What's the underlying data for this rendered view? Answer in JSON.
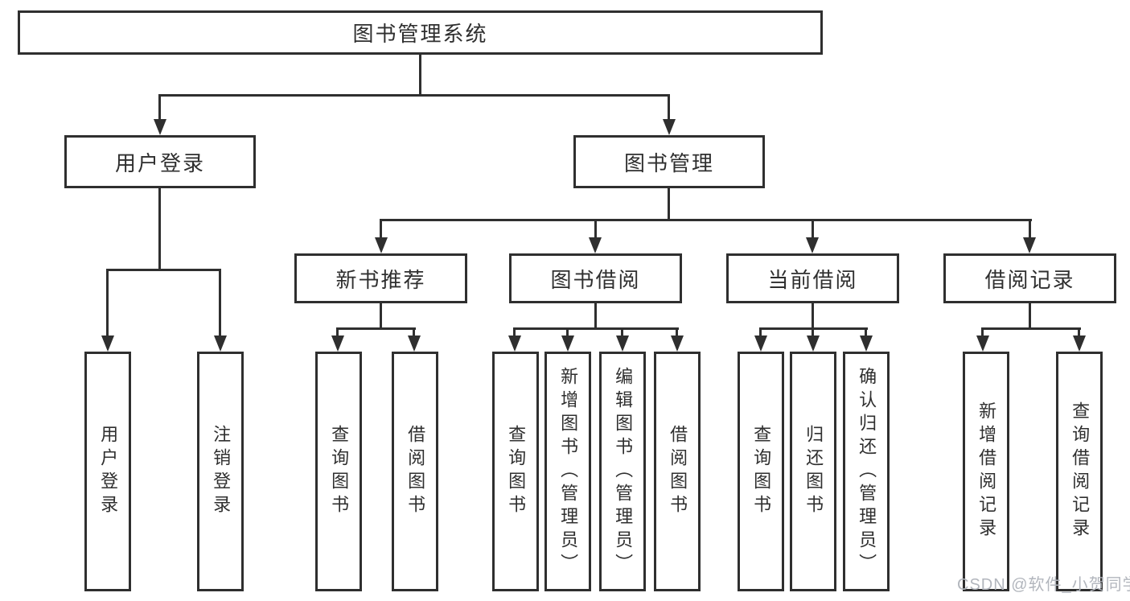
{
  "colors": {
    "line": "#2f2f2f",
    "text": "#2f2f2f",
    "watermark": "#b2b6bd",
    "background": "#ffffff"
  },
  "diagram": {
    "root": {
      "label": "图书管理系统"
    },
    "level1": [
      {
        "label": "用户登录",
        "children": [
          {
            "label": "用户登录"
          },
          {
            "label": "注销登录"
          }
        ]
      },
      {
        "label": "图书管理",
        "children": [
          {
            "label": "新书推荐",
            "children": [
              {
                "label": "查询图书"
              },
              {
                "label": "借阅图书"
              }
            ]
          },
          {
            "label": "图书借阅",
            "children": [
              {
                "label": "查询图书"
              },
              {
                "label": "新增图书（管理员）"
              },
              {
                "label": "编辑图书（管理员）"
              },
              {
                "label": "借阅图书"
              }
            ]
          },
          {
            "label": "当前借阅",
            "children": [
              {
                "label": "查询图书"
              },
              {
                "label": "归还图书"
              },
              {
                "label": "确认归还（管理员）"
              }
            ]
          },
          {
            "label": "借阅记录",
            "children": [
              {
                "label": "新增借阅记录"
              },
              {
                "label": "查询借阅记录"
              }
            ]
          }
        ]
      }
    ],
    "watermark": "CSDN @软件_小贺同学"
  }
}
